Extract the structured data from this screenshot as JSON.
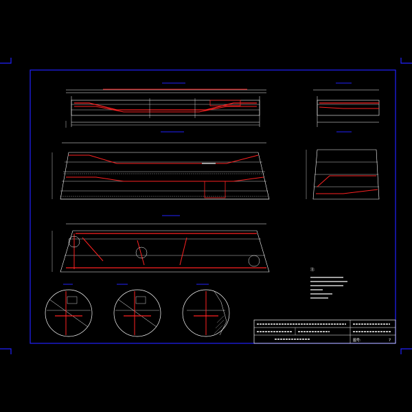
{
  "sheet": {
    "colors": {
      "background": "#000000",
      "frame": "#2222ff",
      "drawing": "#ffffff",
      "steel": "#ff2222",
      "text": "#ffff00"
    }
  },
  "title_block": {
    "notes_header": "注:",
    "page_label": "图号:",
    "page_number": "7"
  }
}
